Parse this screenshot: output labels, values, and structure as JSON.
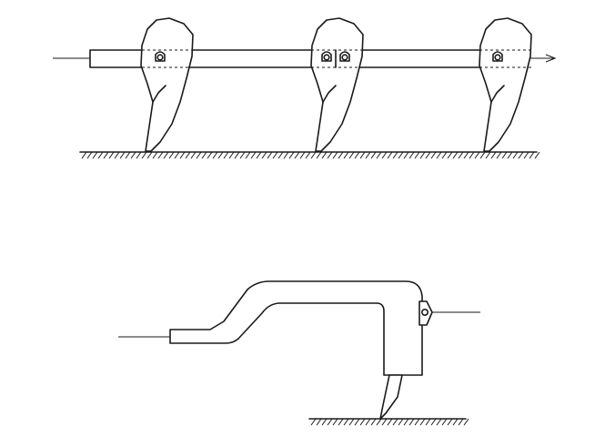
{
  "figure": {
    "upper": {
      "component": "gang-of-three-curved-tines",
      "tine_count": 3,
      "icons": [
        "curved-tine-icon",
        "bolt-icon",
        "ground-hatch-icon",
        "draw-line-icon"
      ]
    },
    "lower": {
      "component": "single-cranked-subsoiler-shank",
      "tine_count": 1,
      "icons": [
        "cranked-beam-icon",
        "shank-point-icon",
        "pivot-bolt-icon",
        "ground-hatch-icon",
        "draw-line-icon"
      ]
    },
    "colors": {
      "ink": "#1a1a1a",
      "paper": "#ffffff"
    }
  }
}
